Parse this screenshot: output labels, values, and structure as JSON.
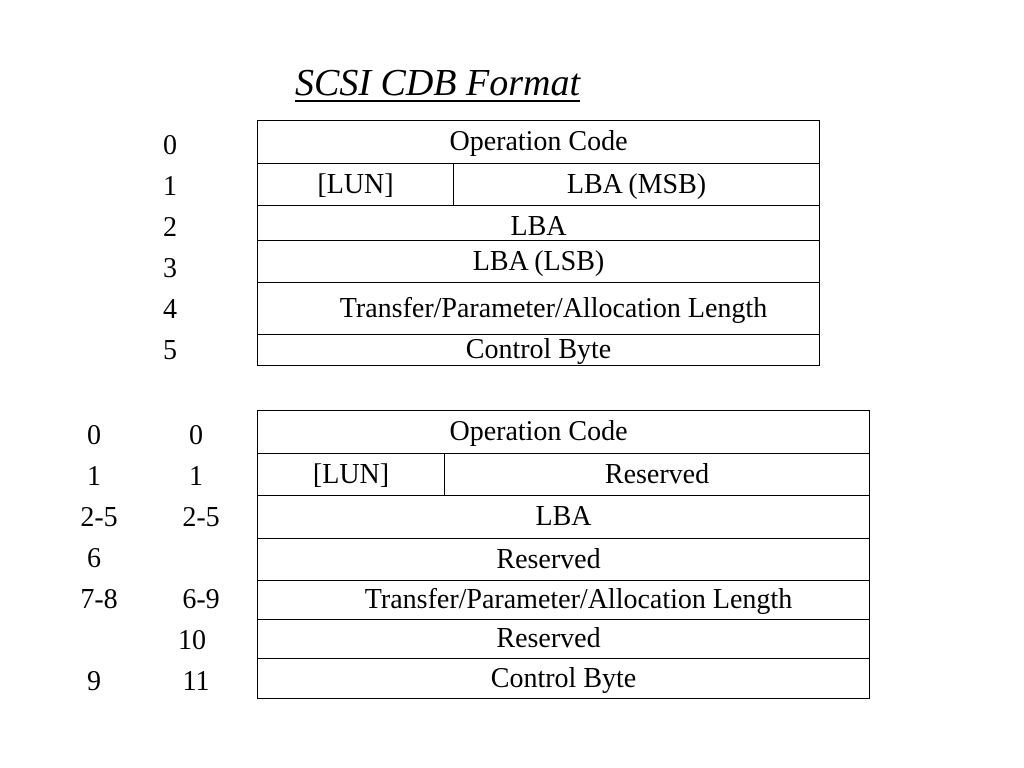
{
  "title": "SCSI CDB Format",
  "cdb6": {
    "byte_labels": [
      "0",
      "1",
      "2",
      "3",
      "4",
      "5"
    ],
    "rows": [
      {
        "text": "Operation Code"
      },
      {
        "left": "[LUN]",
        "right": "LBA (MSB)"
      },
      {
        "text": "LBA"
      },
      {
        "text": "LBA (LSB)"
      },
      {
        "text": "Transfer/Parameter/Allocation Length"
      },
      {
        "text": "Control Byte"
      }
    ]
  },
  "cdb10_12": {
    "col1_labels": [
      "0",
      "1",
      "2-5",
      "6",
      "7-8",
      "",
      "9"
    ],
    "col2_labels": [
      "0",
      "1",
      "2-5",
      "",
      "6-9",
      "10",
      "11"
    ],
    "rows": [
      {
        "text": "Operation Code"
      },
      {
        "left": "[LUN]",
        "right": "Reserved"
      },
      {
        "text": "LBA"
      },
      {
        "text": "Reserved"
      },
      {
        "text": "Transfer/Parameter/Allocation Length"
      },
      {
        "text": "Reserved"
      },
      {
        "text": "Control Byte"
      }
    ]
  }
}
